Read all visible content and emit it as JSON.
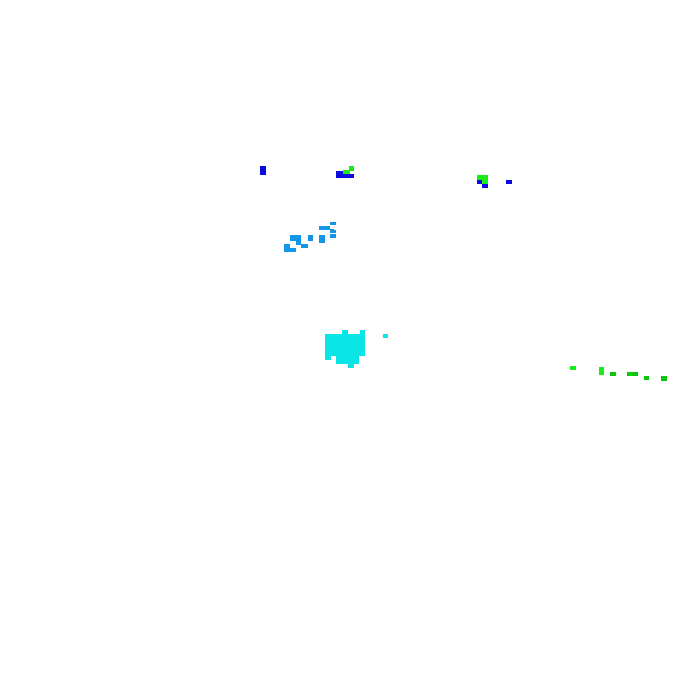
{
  "colors": {
    "background": "#ffffff",
    "blue": "#0a0ae0",
    "green_bright": "#1aea1a",
    "green_dark": "#0ac80a",
    "sky": "#1496e6",
    "cyan": "#0ae6e6"
  },
  "groups": [
    {
      "name": "blue-green-pixel-clusters",
      "colors": [
        "blue",
        "green_bright"
      ]
    },
    {
      "name": "sky-pixel-cluster",
      "colors": [
        "sky"
      ]
    },
    {
      "name": "cyan-pixel-blob",
      "colors": [
        "cyan"
      ]
    },
    {
      "name": "green-pixel-trail",
      "colors": [
        "green_bright",
        "green_dark"
      ]
    }
  ]
}
